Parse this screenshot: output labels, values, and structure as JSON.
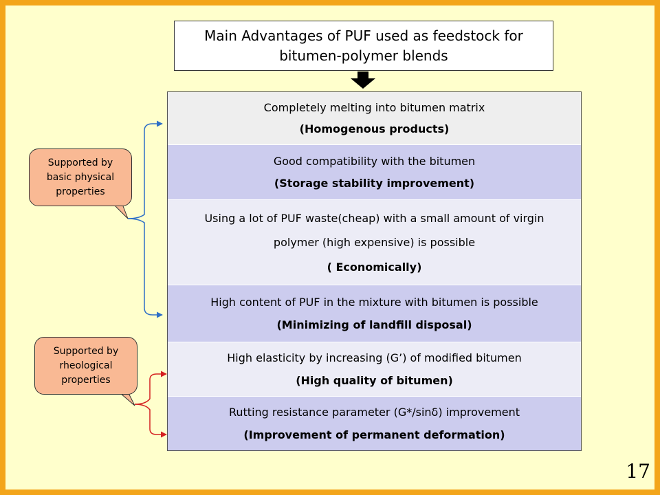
{
  "title": {
    "line1": "Main Advantages of PUF used as feedstock for",
    "line2": "bitumen-polymer blends"
  },
  "rows": [
    {
      "line1": "Completely melting into bitumen matrix",
      "line2": "(Homogenous products)"
    },
    {
      "line1": "Good compatibility with the bitumen",
      "line2": "(Storage stability improvement)"
    },
    {
      "line1": "Using a lot of PUF waste(cheap) with a small amount of virgin",
      "line1b": "polymer (high expensive) is possible",
      "line2": "( Economically)"
    },
    {
      "line1": "High content of PUF in the mixture with bitumen is possible",
      "line2": "(Minimizing of landfill disposal)"
    },
    {
      "line1": "High elasticity by increasing (G’) of modified bitumen",
      "line2": "(High quality of bitumen)"
    },
    {
      "line1": "Rutting resistance parameter (G*/sinδ) improvement",
      "line2": "(Improvement of permanent deformation)"
    }
  ],
  "callouts": {
    "physical": {
      "line1": "Supported by",
      "line2": "basic physical",
      "line3": "properties"
    },
    "rheological": {
      "line1": "Supported by",
      "line2": "rheological",
      "line3": "properties"
    }
  },
  "page_number": "17",
  "colors": {
    "border": "#f3a51b",
    "background": "#ffffcc",
    "callout_fill": "#f9b994",
    "blue_bracket": "#2e6fc7",
    "red_bracket": "#d42020"
  }
}
